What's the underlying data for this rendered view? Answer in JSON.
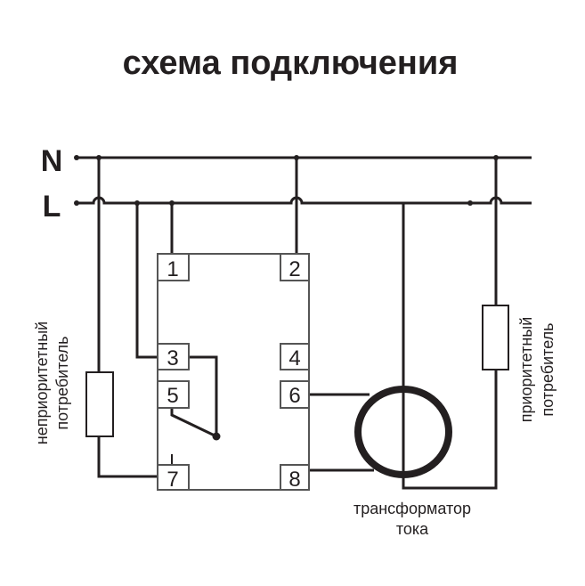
{
  "title": "схема подключения",
  "bus": {
    "neutral": "N",
    "line": "L"
  },
  "terminals": [
    "1",
    "2",
    "3",
    "4",
    "5",
    "6",
    "7",
    "8"
  ],
  "labels": {
    "non_priority_1": "неприоритетный",
    "non_priority_2": "потребитель",
    "priority_1": "приоритетный",
    "priority_2": "потребитель",
    "transformer_1": "трансформатор",
    "transformer_2": "тока"
  },
  "colors": {
    "line": "#231f20",
    "box": "#555555"
  }
}
